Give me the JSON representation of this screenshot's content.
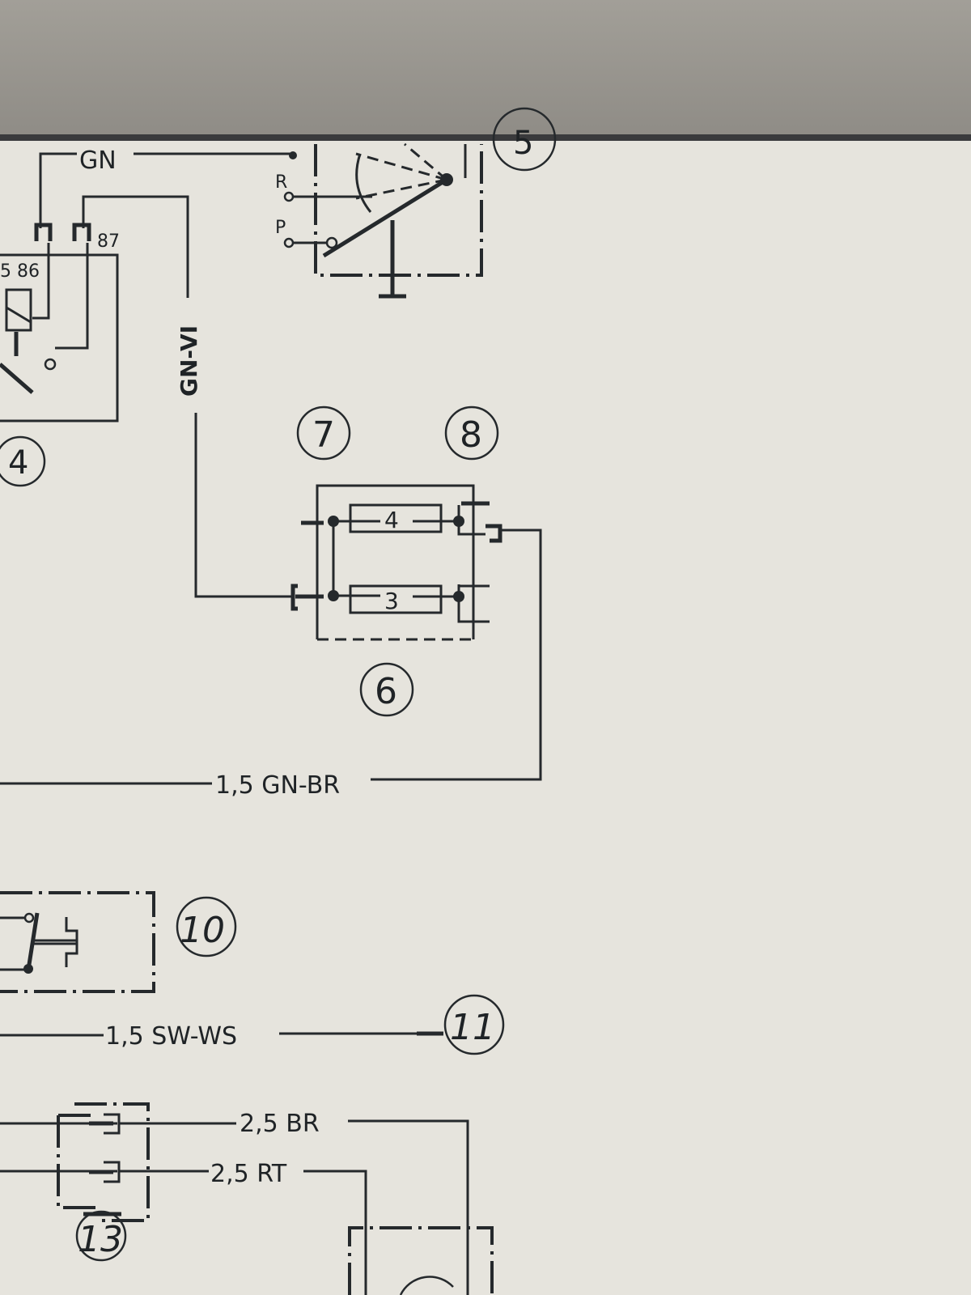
{
  "diagram": {
    "wires": {
      "top": "GN",
      "vertical": "GN-VI",
      "fuse_out": "1,5 GN-BR",
      "ground_to_11": "1,5 SW-WS",
      "br": "2,5 BR",
      "rt": "2,5 RT"
    },
    "relay_terminals": {
      "t87": "87",
      "t85_86": "5 86"
    },
    "switch_positions": {
      "r": "R",
      "p": "P"
    },
    "fuses": {
      "upper": "4",
      "lower": "3"
    },
    "callouts": {
      "c4": "4",
      "c5": "5",
      "c6": "6",
      "c7": "7",
      "c8": "8",
      "c10": "10",
      "c11": "11",
      "c13": "13"
    }
  }
}
